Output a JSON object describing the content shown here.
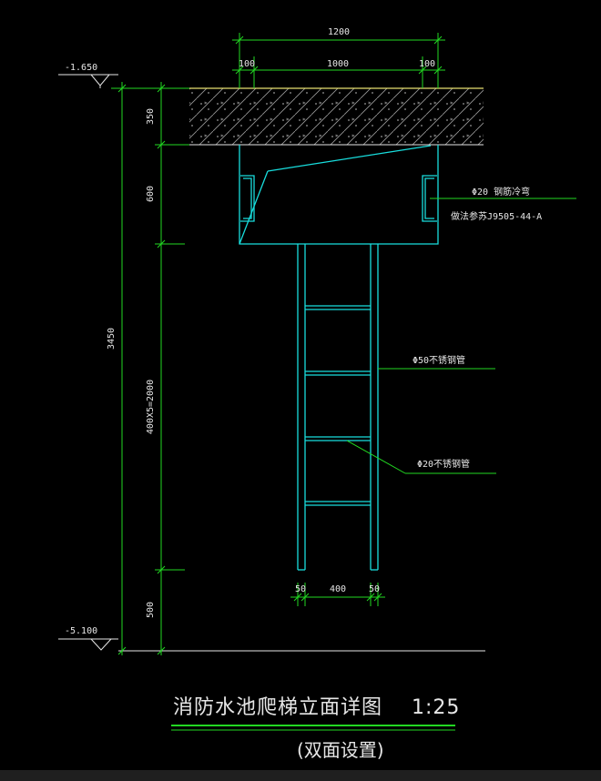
{
  "drawing": {
    "title": "消防水池爬梯立面详图",
    "scale": "1:25",
    "subtitle": "(双面设置)"
  },
  "elevations": {
    "top": "-1.650",
    "bottom": "-5.100"
  },
  "dimensions": {
    "top_total": "1200",
    "top_left": "100",
    "top_middle": "1000",
    "top_right": "100",
    "slab_thickness": "350",
    "beam_height": "600",
    "total_height": "3450",
    "rung_spacing": "400X5=2000",
    "bottom_gap": "500",
    "bottom_left": "50",
    "bottom_middle": "400",
    "bottom_right": "50"
  },
  "annotations": {
    "anchor_line1": "Φ20 钢筋冷弯",
    "anchor_line2": "做法参苏J9505-44-A",
    "rail": "Φ50不锈钢管",
    "rung": "Φ20不锈钢管"
  },
  "colors": {
    "background": "#000000",
    "dimension_lines": "#22d822",
    "structure_lines": "#18dede",
    "slab_outline": "#e8e070",
    "text": "#e6e6e6"
  }
}
